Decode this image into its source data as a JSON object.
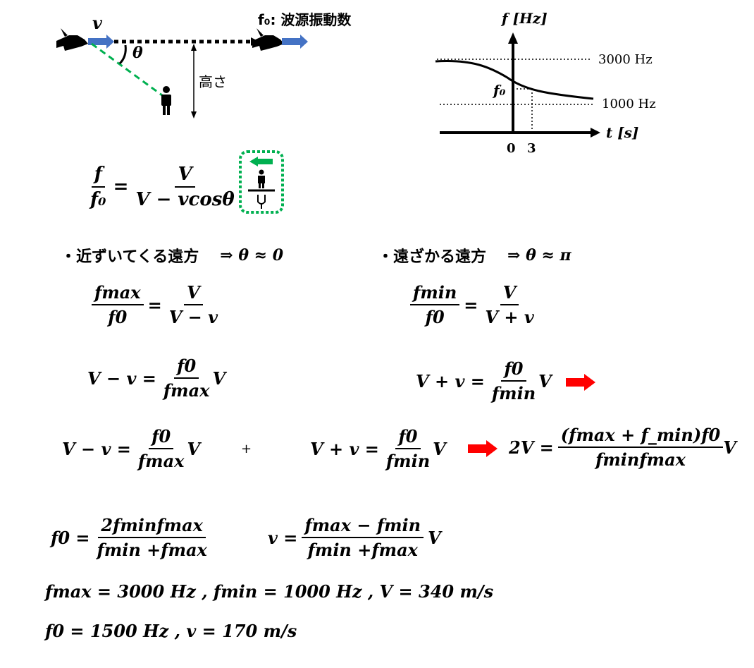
{
  "plane_diagram": {
    "velocity_label": "v",
    "angle_label": "θ",
    "source_freq_label": "f₀: 波源振動数",
    "height_label": "高さ"
  },
  "graph": {
    "y_axis_label": "f [Hz]",
    "x_axis_label": "t [s]",
    "level_high": "3000 Hz",
    "level_low": "1000 Hz",
    "f0_label": "f₀",
    "tick_0": "0",
    "tick_3": "3"
  },
  "main_formula": {
    "lhs_num": "f",
    "lhs_den": "f₀",
    "rhs_num": "V",
    "rhs_den": "V − vcosθ"
  },
  "approach": {
    "heading": "・近ずいてくる遠方",
    "condition": "⇒ θ ≈ 0",
    "frac_lhs_num": "fmax",
    "frac_lhs_den": "f0",
    "frac_rhs_num": "V",
    "frac_rhs_den": "V − v",
    "solve_lhs": "V − v =",
    "solve_num": "f0",
    "solve_den": "fmax",
    "solve_tail": "V"
  },
  "recede": {
    "heading": "・遠ざかる遠方",
    "condition": "⇒ θ ≈ π",
    "frac_lhs_num": "fmin",
    "frac_lhs_den": "f0",
    "frac_rhs_num": "V",
    "frac_rhs_den": "V + v",
    "solve_lhs": "V + v =",
    "solve_num": "f0",
    "solve_den": "fmin",
    "solve_tail": "V"
  },
  "sum_row": {
    "plus": "+",
    "result_lhs": "2V =",
    "result_num": "(fmax + f_min)f0",
    "result_den": "fminfmax",
    "result_tail": "V"
  },
  "solutions": {
    "f0_lhs": "f0 =",
    "f0_num": "2fminfmax",
    "f0_den": "fmin +fmax",
    "v_lhs": "v =",
    "v_num": "fmax − fmin",
    "v_den": "fmin +fmax",
    "v_tail": "V"
  },
  "given_values": "fmax = 3000 Hz , fmin = 1000 Hz , V = 340 m/s",
  "results": "f0 = 1500 Hz , v = 170 m/s",
  "colors": {
    "arrow_blue": "#4472C4",
    "dashed_green": "#00B050",
    "arrow_red": "#FF0000",
    "box_green": "#00B050"
  }
}
